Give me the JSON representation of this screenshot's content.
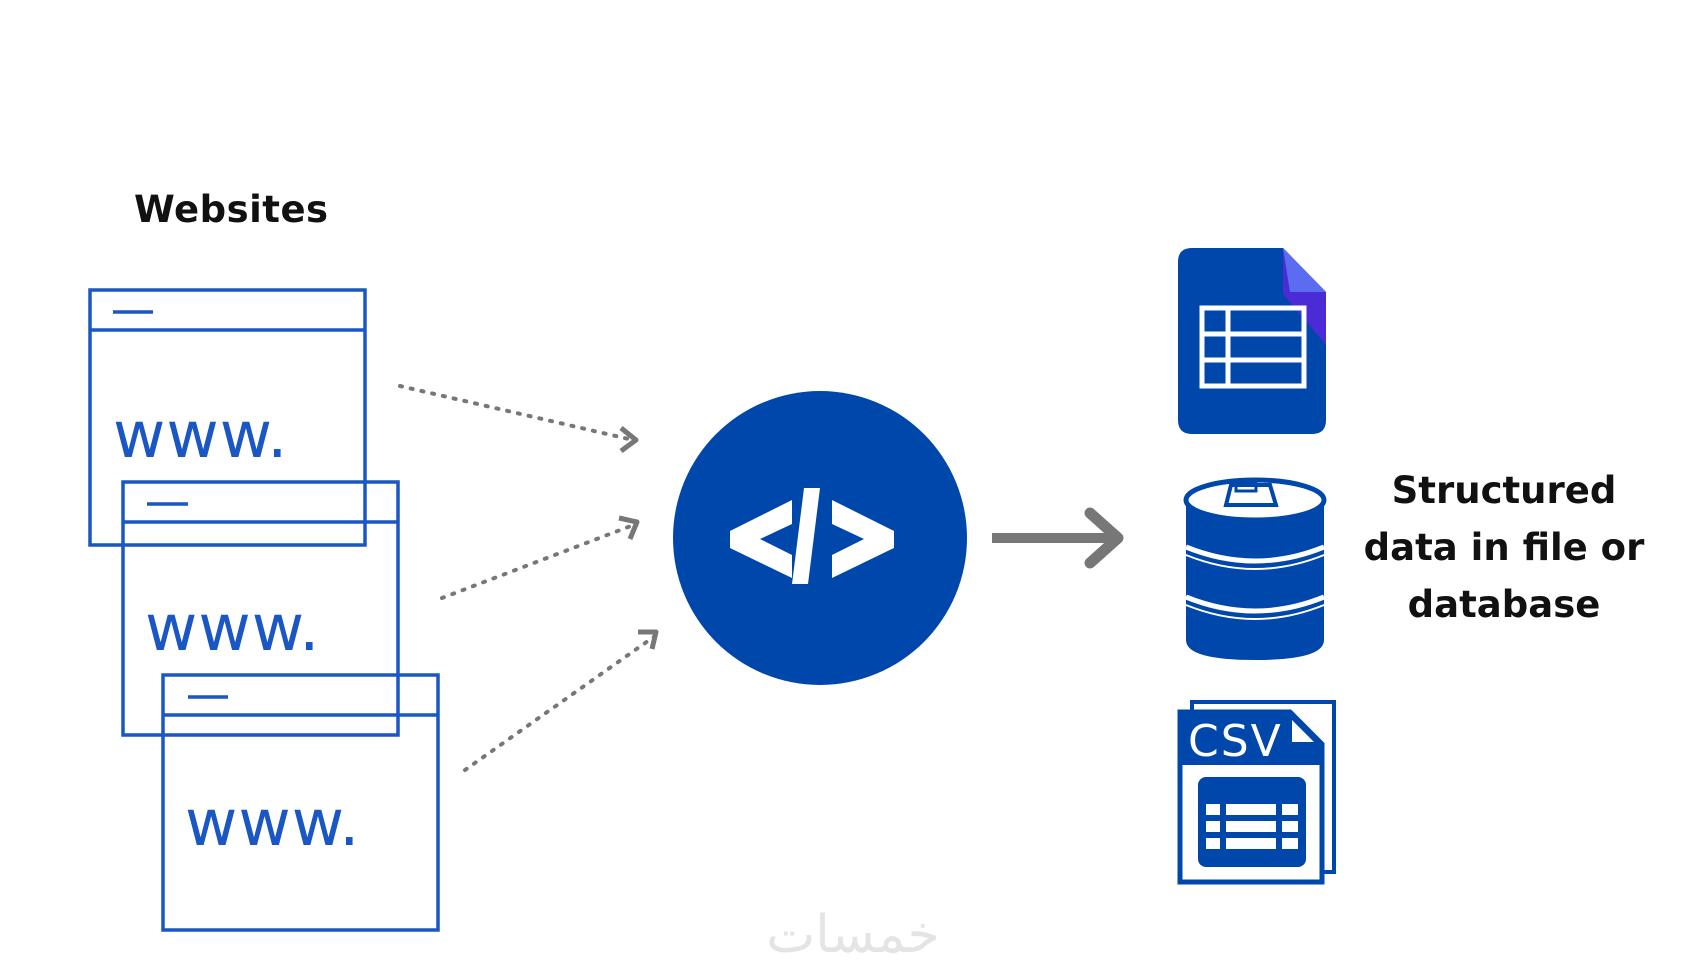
{
  "diagram": {
    "title": "Web scraping flow",
    "source_label": "Websites",
    "website_windows": [
      {
        "text": "www."
      },
      {
        "text": "www."
      },
      {
        "text": "www."
      }
    ],
    "scraper_icon": "code-icon",
    "scraper_glyph": "</>",
    "output_label_lines": [
      "Structured",
      "data in file or",
      "database"
    ],
    "outputs": [
      {
        "name": "spreadsheet",
        "icon": "spreadsheet-icon"
      },
      {
        "name": "database",
        "icon": "database-icon"
      },
      {
        "name": "csv-file",
        "icon": "csv-file-icon",
        "text": "CSV"
      }
    ],
    "connectors": [
      {
        "from": "websites",
        "to": "scraper",
        "style": "dotted"
      },
      {
        "from": "websites",
        "to": "scraper",
        "style": "dotted"
      },
      {
        "from": "websites",
        "to": "scraper",
        "style": "dotted"
      },
      {
        "from": "scraper",
        "to": "outputs",
        "style": "solid"
      }
    ],
    "watermark": "خمسات",
    "colors": {
      "primary_blue": "#0047AB",
      "outline_blue": "#1a56c4",
      "arrow_gray": "#777777",
      "fold_purple": "#4a2bd6",
      "fold_light": "#5b6cf0",
      "text": "#111111",
      "background": "#ffffff"
    }
  }
}
